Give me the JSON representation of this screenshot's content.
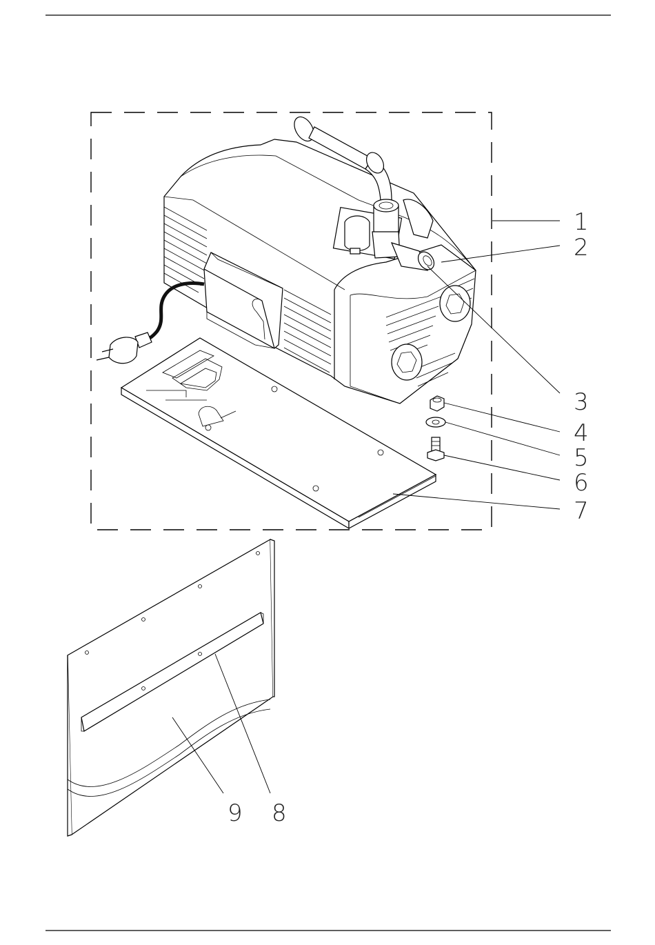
{
  "drawing": {
    "callouts": [
      {
        "id": "1",
        "label": "1"
      },
      {
        "id": "2",
        "label": "2"
      },
      {
        "id": "3",
        "label": "3"
      },
      {
        "id": "4",
        "label": "4"
      },
      {
        "id": "5",
        "label": "5"
      },
      {
        "id": "6",
        "label": "6"
      },
      {
        "id": "7",
        "label": "7"
      },
      {
        "id": "8",
        "label": "8"
      },
      {
        "id": "9",
        "label": "9"
      }
    ]
  },
  "colors": {
    "line": "#000000",
    "cable": "#111111",
    "background": "#ffffff"
  }
}
